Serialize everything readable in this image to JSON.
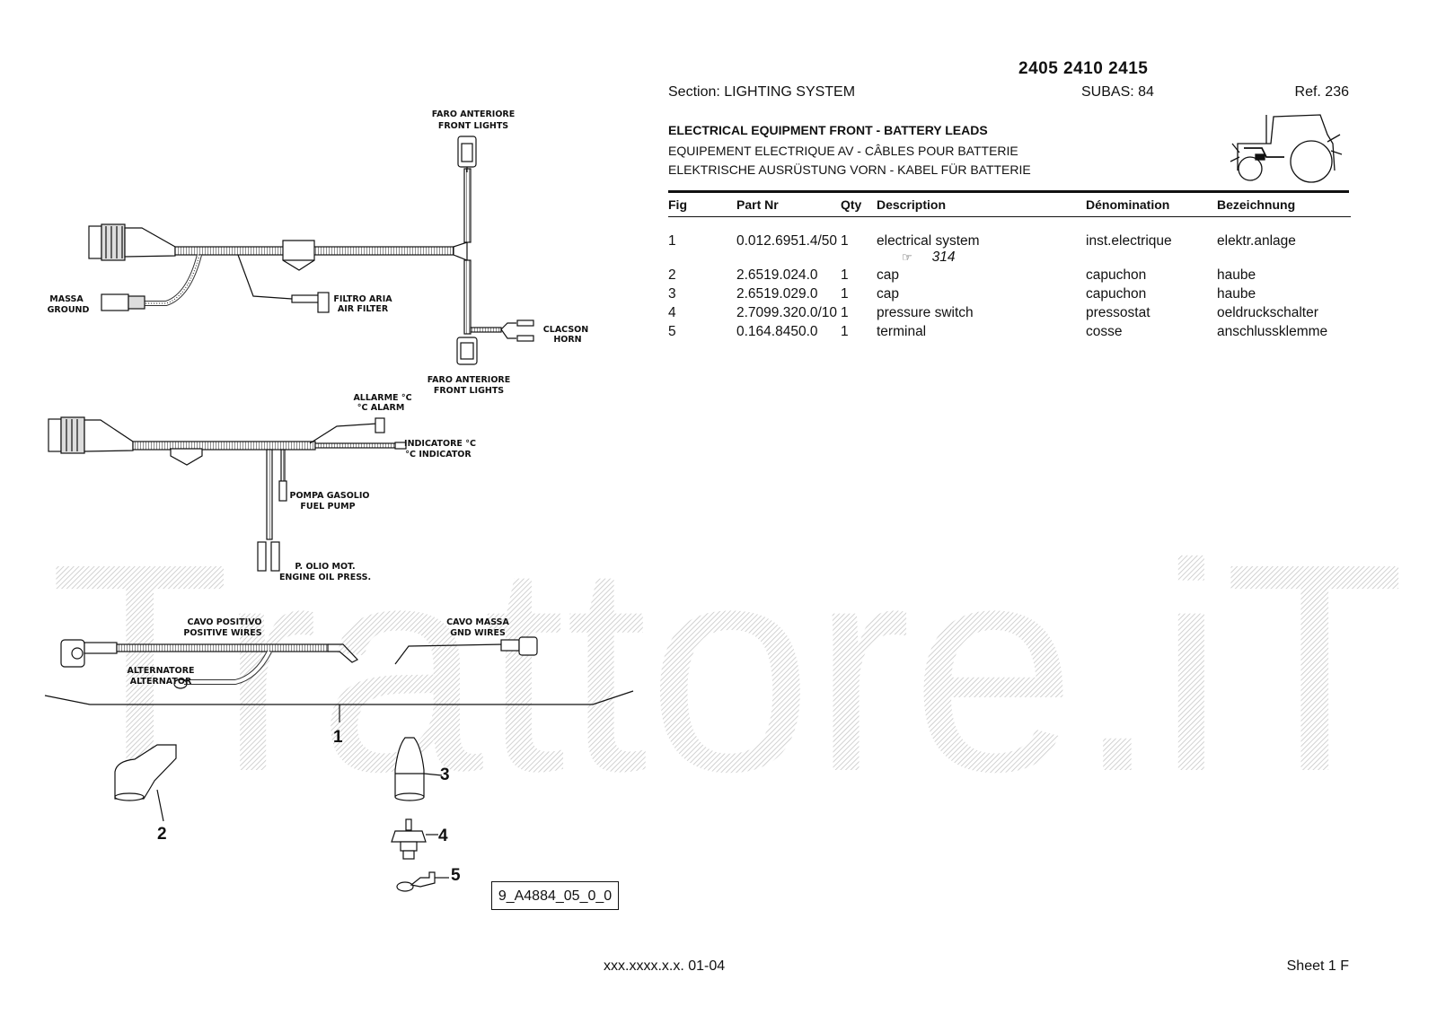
{
  "header": {
    "models": "2405 2410 2415",
    "section": "Section: LIGHTING  SYSTEM",
    "subas": "SUBAS: 84",
    "ref": "Ref. 236",
    "title_en": "ELECTRICAL EQUIPMENT FRONT - BATTERY LEADS",
    "title_fr": "EQUIPEMENT ELECTRIQUE AV - CÂBLES POUR BATTERIE",
    "title_de": "ELEKTRISCHE AUSRÜSTUNG VORN - KABEL FÜR BATTERIE"
  },
  "table": {
    "columns": [
      "Fig",
      "Part Nr",
      "Qty",
      "Description",
      "Dénomination",
      "Bezeichnung"
    ],
    "rows": [
      {
        "fig": "1",
        "part": "0.012.6951.4/50",
        "qty": "1",
        "desc": "electrical system",
        "denom": "inst.electrique",
        "bez": "elektr.anlage",
        "note_icon": "☞",
        "note": "314"
      },
      {
        "fig": "2",
        "part": "2.6519.024.0",
        "qty": "1",
        "desc": "cap",
        "denom": "capuchon",
        "bez": "haube"
      },
      {
        "fig": "3",
        "part": "2.6519.029.0",
        "qty": "1",
        "desc": "cap",
        "denom": "capuchon",
        "bez": "haube"
      },
      {
        "fig": "4",
        "part": "2.7099.320.0/10",
        "qty": "1",
        "desc": "pressure switch",
        "denom": "pressostat",
        "bez": "oeldruckschalter"
      },
      {
        "fig": "5",
        "part": "0.164.8450.0",
        "qty": "1",
        "desc": "terminal",
        "denom": "cosse",
        "bez": "anschlussklemme"
      }
    ]
  },
  "diagram": {
    "labels": {
      "faro_ant_top_it": "FARO ANTERIORE",
      "faro_ant_top_en": "FRONT LIGHTS",
      "massa_it": "MASSA",
      "massa_en": "GROUND",
      "filtro_it": "FILTRO ARIA",
      "filtro_en": "AIR FILTER",
      "clacson_it": "CLACSON",
      "clacson_en": "HORN",
      "faro_ant_bot_it": "FARO ANTERIORE",
      "faro_ant_bot_en": "FRONT LIGHTS",
      "allarme_it": "ALLARME °C",
      "allarme_en": "°C ALARM",
      "indicatore_it": "INDICATORE °C",
      "indicatore_en": "°C INDICATOR",
      "pompa_it": "POMPA GASOLIO",
      "pompa_en": "FUEL PUMP",
      "olio_it": "P. OLIO MOT.",
      "olio_en": "ENGINE OIL PRESS.",
      "cavo_pos_it": "CAVO POSITIVO",
      "cavo_pos_en": "POSITIVE WIRES",
      "cavo_massa_it": "CAVO MASSA",
      "cavo_massa_en": "GND WIRES",
      "alternatore_it": "ALTERNATORE",
      "alternatore_en": "ALTERNATOR"
    },
    "callouts": [
      "1",
      "2",
      "3",
      "4",
      "5"
    ],
    "figure_code": "9_A4884_05_0_0"
  },
  "watermark": "Trattore.iT",
  "footer": {
    "code": "xxx.xxxx.x.x. 01-04",
    "sheet": "Sheet 1 F"
  }
}
